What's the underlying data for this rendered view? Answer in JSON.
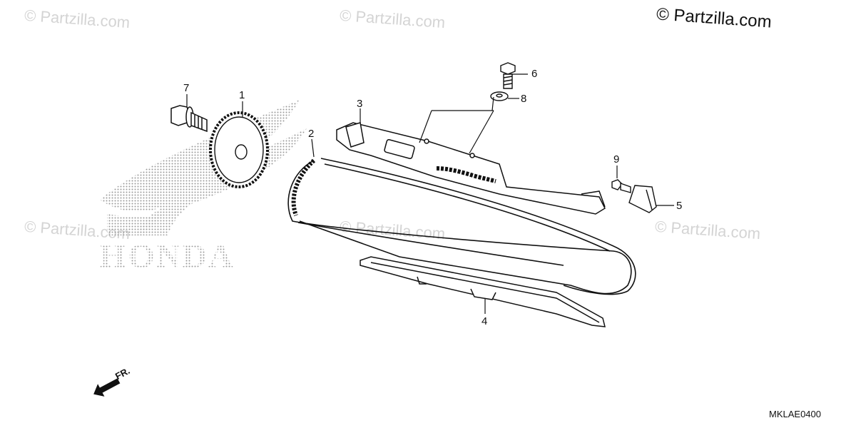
{
  "copyright": "© Partzilla.com",
  "watermark": "© Partzilla.com",
  "brand_mark": "HONDA",
  "diagram_code": "MKLAE0400",
  "front_label": "FR.",
  "callouts": [
    "1",
    "2",
    "3",
    "4",
    "5",
    "6",
    "7",
    "8",
    "9"
  ],
  "parts": [
    {
      "id": "1",
      "name": "cam-sprocket-icon"
    },
    {
      "id": "2",
      "name": "cam-chain-icon"
    },
    {
      "id": "3",
      "name": "tensioner-arm-icon"
    },
    {
      "id": "4",
      "name": "chain-guide-icon"
    },
    {
      "id": "5",
      "name": "bracket-icon"
    },
    {
      "id": "6",
      "name": "bolt-icon"
    },
    {
      "id": "7",
      "name": "flange-bolt-icon"
    },
    {
      "id": "8",
      "name": "washer-icon"
    },
    {
      "id": "9",
      "name": "small-bolt-icon"
    }
  ],
  "colors": {
    "line": "#111111",
    "watermark": "#d4d4d4",
    "logo_dots": "#9a9a9a"
  }
}
